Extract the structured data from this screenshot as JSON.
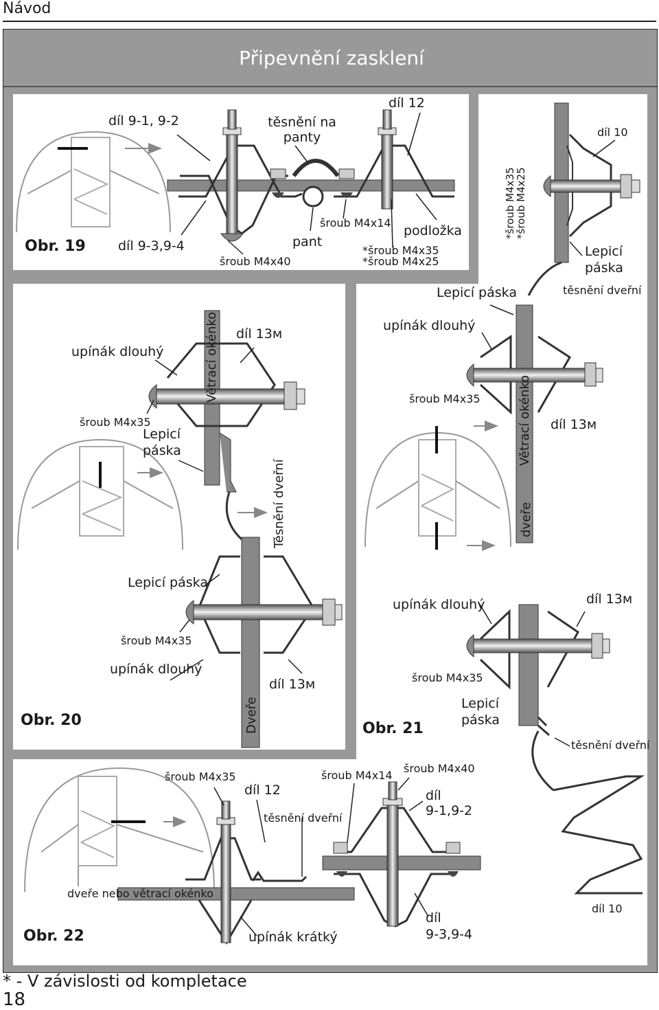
{
  "header": {
    "section": "Návod"
  },
  "title": "Připevnění zasklení",
  "obr19": {
    "label": "Obr. 19",
    "dil_91_92": "díl 9-1, 9-2",
    "dil_93_94": "díl 9-3,9-4",
    "tesneni_na_panty": "těsnění na panty",
    "dil12": "díl 12",
    "sroub_m4x14": "šroub M4x14",
    "podlozka": "podložka",
    "pant": "pant",
    "sroub_m4x40": "šroub M4x40",
    "sroub_m4x35_star": "*šroub M4x35",
    "sroub_m4x25_star": "*šroub M4x25"
  },
  "obr19b": {
    "dil10": "díl 10",
    "sroub_m4x35_star": "*šroub M4x35",
    "sroub_m4x25_star": "*šroub M4x25",
    "lepici": "Lepicí",
    "paska": "páska"
  },
  "obr20": {
    "label": "Obr. 20",
    "upinak_top": "upínák dlouhý",
    "dil13m_top": "díl 13м",
    "vetraci": "Větrací okénko",
    "sroub_m4x35_top": "šroub M4x35",
    "lepici": "Lepicí",
    "paska": "páska",
    "tesneni_dverni": "Těsnění dveřní",
    "lepici_paska": "Lepicí páska",
    "sroub_m4x35_bottom": "šroub M4x35",
    "upinak_bottom": "upínák dlouhý",
    "dil13m_bottom": "díl 13м",
    "dvere": "Dveře"
  },
  "obr21": {
    "label": "Obr. 21",
    "lepici_paska": "Lepicí páska",
    "tesneni_dverni_top": "těsnění dveřní",
    "upinak_top": "upínák dlouhý",
    "sroub_m4x35_top": "šroub M4x35",
    "vetraci": "Větrací okénko",
    "dil13m_top": "díl 13м",
    "dvere": "dveře",
    "upinak_bottom": "upínák dlouhý",
    "dil13m_bottom": "díl 13м",
    "sroub_m4x35_bottom": "šroub M4x35",
    "lepici": "Lepicí",
    "paska": "páska",
    "tesneni_dverni_bottom": "těsnění dveřní",
    "dil10": "díl 10"
  },
  "obr22": {
    "label": "Obr. 22",
    "sroub_m4x35": "šroub M4x35",
    "dil12": "díl 12",
    "sroub_m4x14": "šroub M4x14",
    "sroub_m4x40": "šroub M4x40",
    "dil_91_92_a": "díl",
    "dil_91_92_b": "9-1,9-2",
    "tesneni_dverni": "těsnění dveřní",
    "dvere_nebo": "dveře nebo větrací okénko",
    "upinak_kratky": "upínák krátký",
    "dil_93_94_a": "díl",
    "dil_93_94_b": "9-3,9-4"
  },
  "footnote": "* - V závislosti od kompletace",
  "page_number": "18"
}
